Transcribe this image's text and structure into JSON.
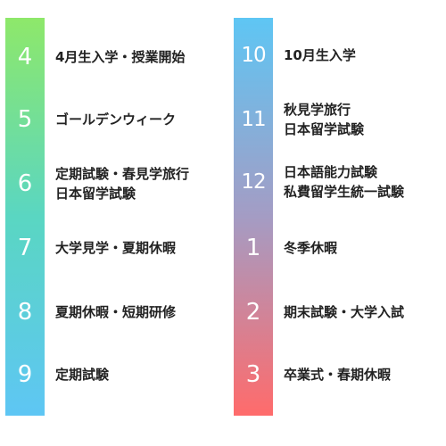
{
  "left_column": {
    "gradient": [
      "#8ee86a",
      "#5ad6c2",
      "#5ec6f4"
    ],
    "entries": [
      {
        "month": "4",
        "lines": [
          "4月生入学・授業開始"
        ]
      },
      {
        "month": "5",
        "lines": [
          "ゴールデンウィーク"
        ]
      },
      {
        "month": "6",
        "lines": [
          "定期試験・春見学旅行",
          "日本留学試験"
        ]
      },
      {
        "month": "7",
        "lines": [
          "大学見学・夏期休暇"
        ]
      },
      {
        "month": "8",
        "lines": [
          "夏期休暇・短期研修"
        ]
      },
      {
        "month": "9",
        "lines": [
          "定期試験"
        ]
      }
    ]
  },
  "right_column": {
    "gradient": [
      "#5ec6f4",
      "#a49cc4",
      "#ff6b6b"
    ],
    "entries": [
      {
        "month": "10",
        "lines": [
          "10月生入学"
        ]
      },
      {
        "month": "11",
        "lines": [
          "秋見学旅行",
          "日本留学試験"
        ]
      },
      {
        "month": "12",
        "lines": [
          "日本語能力試験",
          "私費留学生統一試験"
        ]
      },
      {
        "month": "1",
        "lines": [
          "冬季休暇"
        ]
      },
      {
        "month": "2",
        "lines": [
          "期末試験・大学入試"
        ]
      },
      {
        "month": "3",
        "lines": [
          "卒業式・春期休暇"
        ]
      }
    ]
  }
}
